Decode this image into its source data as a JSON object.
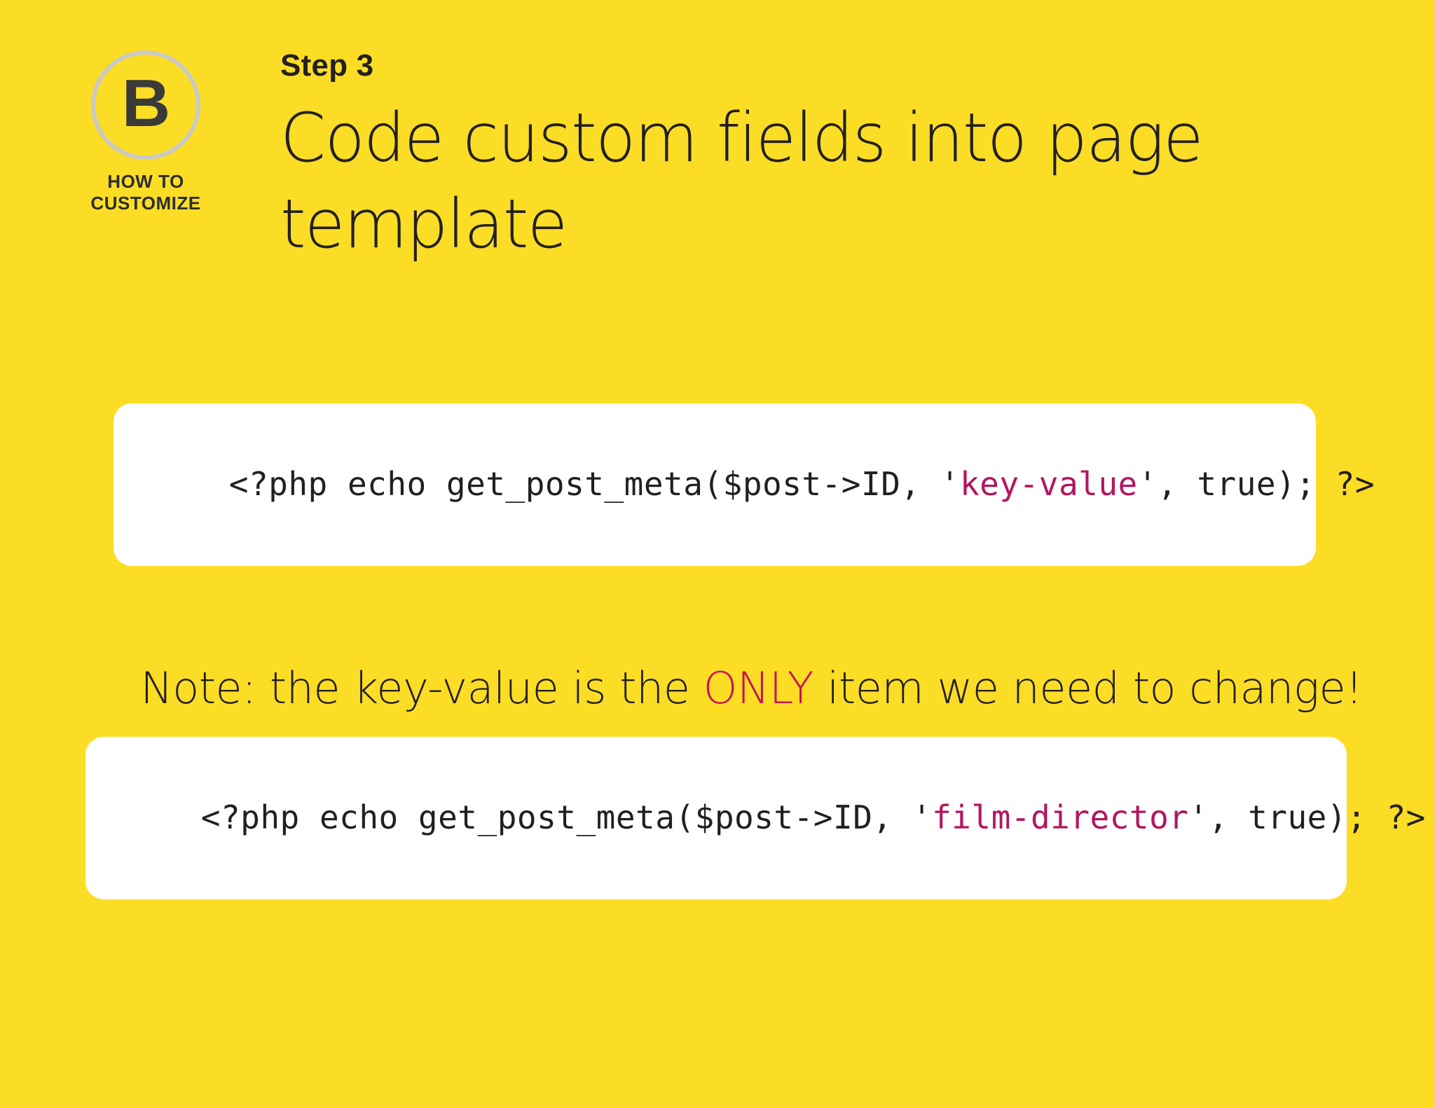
{
  "theme": {
    "background": "#fbdd26",
    "text": "#231f20",
    "card_background": "#ffffff",
    "code_string_color": "#b2165f",
    "accent_color": "#c9144f",
    "logo_ring_color": "#c9c9c6"
  },
  "brand": {
    "letter": "B",
    "tagline_line1": "HOW TO",
    "tagline_line2": "CUSTOMIZE"
  },
  "header": {
    "step_label": "Step 3",
    "title": "Code custom fields into page template"
  },
  "code_blocks": [
    {
      "id": "code-block-key-value",
      "prefix": "<?php echo get_post_meta($post->ID, '",
      "string": "key-value",
      "suffix": "', true); ?>"
    },
    {
      "id": "code-block-film-director",
      "prefix": "<?php echo get_post_meta($post->ID, '",
      "string": "film-director",
      "suffix": "', true); ?>"
    }
  ],
  "note": {
    "before": "Note: the key-value is the ",
    "accent": "ONLY",
    "after": " item we need to change!"
  }
}
